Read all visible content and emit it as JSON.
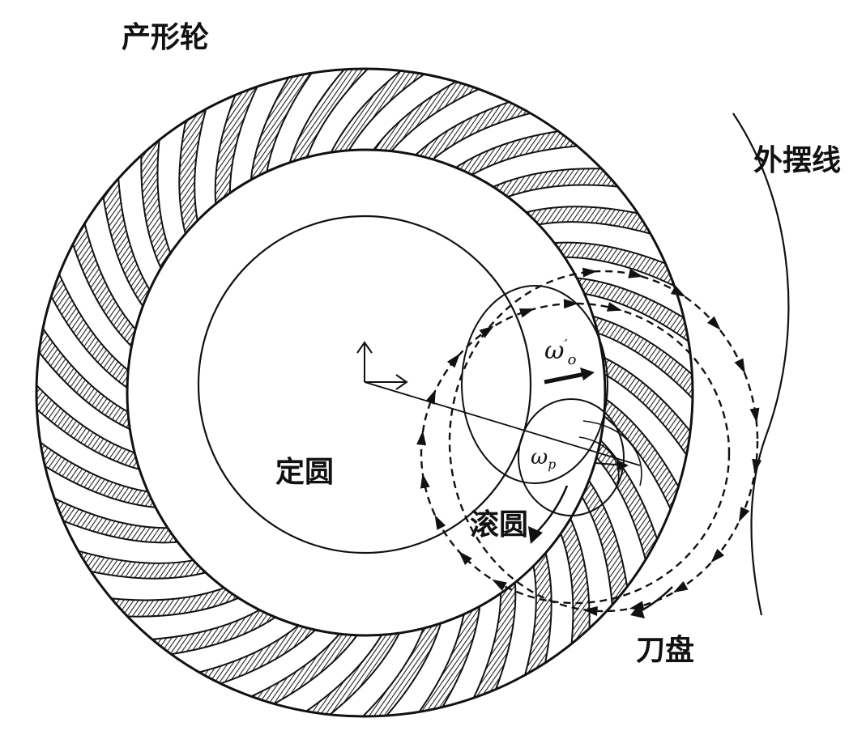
{
  "labels": {
    "generating_wheel": "产形轮",
    "epicycloid": "外摆线",
    "fixed_circle": "定圆",
    "rolling_circle": "滚圆",
    "cutter_head": "刀盘"
  },
  "symbols": {
    "omega_o_base": "ω",
    "omega_o_sup": "′",
    "omega_o_sub": "o",
    "omega_p_base": "ω",
    "omega_p_sub": "p"
  },
  "colors": {
    "ink": "#111111",
    "background": "#ffffff",
    "hatch": "#333333"
  },
  "diagram": {
    "tooth_count": 36
  }
}
